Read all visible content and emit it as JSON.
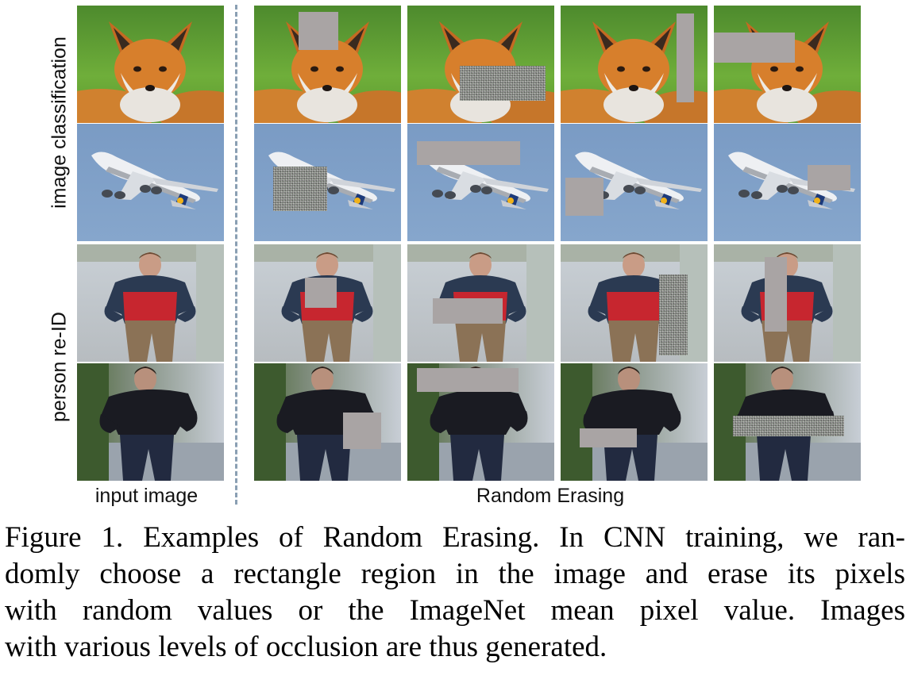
{
  "row_labels": {
    "classification": "image classification",
    "reid": "person re-ID"
  },
  "column_labels": {
    "input": "input image",
    "random_erasing": "Random Erasing"
  },
  "rows": [
    {
      "subject": "fox",
      "erasing": [
        "none",
        "gray",
        "noise",
        "gray",
        "gray"
      ]
    },
    {
      "subject": "airplane",
      "erasing": [
        "none",
        "noise",
        "gray",
        "gray",
        "gray"
      ]
    },
    {
      "subject": "person-red-jacket",
      "erasing": [
        "none",
        "gray",
        "gray",
        "noise",
        "gray"
      ]
    },
    {
      "subject": "person-dark-jacket",
      "erasing": [
        "none",
        "gray",
        "gray",
        "gray",
        "noise"
      ]
    }
  ],
  "colors": {
    "erase_gray": "#a9a4a4",
    "divider": "#8a9fb3",
    "sky": "#7f9fc6"
  },
  "caption": {
    "line1": "Figure 1. Examples of Random Erasing. In CNN training, we ran-",
    "line2": "domly choose a rectangle region in the image and erase its pixels",
    "line3": "with random values or the ImageNet mean pixel value.  Images",
    "line4": "with various levels of occlusion are thus generated."
  }
}
